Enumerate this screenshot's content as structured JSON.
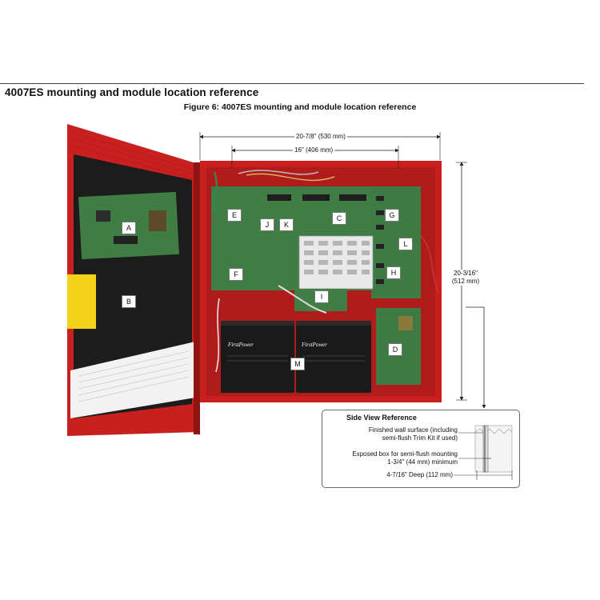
{
  "section": {
    "title": "4007ES mounting and module location reference"
  },
  "figure": {
    "caption": "Figure 6: 4007ES mounting and module location reference"
  },
  "dimensions": {
    "outer_width": "20-7/8\" (530 mm)",
    "inner_width": "16\" (406 mm)",
    "height_line1": "20-3/16\"",
    "height_line2": "(512 mm)"
  },
  "callouts": {
    "a": "A",
    "b": "B",
    "c": "C",
    "d": "D",
    "e": "E",
    "f": "F",
    "g": "G",
    "h": "H",
    "i": "I",
    "j": "J",
    "k": "K",
    "l": "L",
    "m": "M"
  },
  "side_view": {
    "title": "Side View Reference",
    "wall_line1": "Finished wall surface (including",
    "wall_line2": "semi-flush Trim Kit if used)",
    "exposed_line1": "Exposed box for semi-flush mounting",
    "exposed_line2": "1-3/4\" (44 mm) minimum",
    "deep": "4-7/16\" Deep (112 mm)"
  },
  "batteries": {
    "brand_left": "FirstPower",
    "brand_right": "FirstPower"
  },
  "colors": {
    "enclosure_red": "#c8201f",
    "pcb_green": "#3f7d45",
    "door_black": "#1c1c1c",
    "label_yellow": "#f2d21a"
  }
}
